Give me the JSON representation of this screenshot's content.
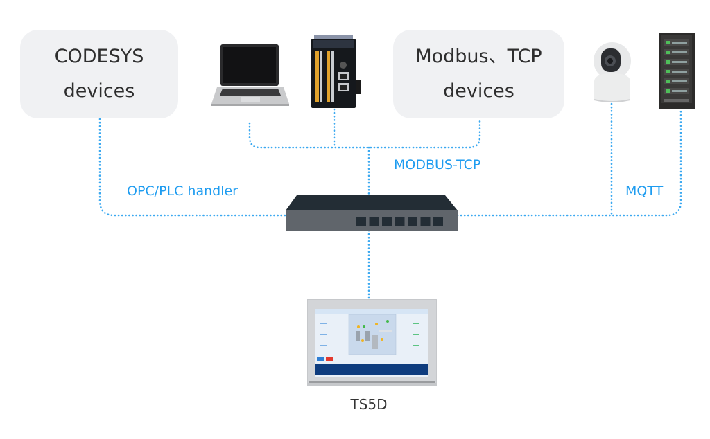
{
  "diagram": {
    "title": "",
    "device_groups": [
      {
        "id": "codesys",
        "lines": [
          "CODESYS",
          "devices"
        ]
      },
      {
        "id": "modbus",
        "lines": [
          "Modbus、TCP",
          "devices"
        ]
      }
    ],
    "devices": [
      {
        "id": "laptop",
        "icon": "laptop-icon"
      },
      {
        "id": "plc",
        "icon": "plc-controller-icon"
      },
      {
        "id": "camera",
        "icon": "ip-camera-icon"
      },
      {
        "id": "server",
        "icon": "server-rack-icon"
      },
      {
        "id": "switch",
        "icon": "network-switch-icon"
      },
      {
        "id": "hmi",
        "icon": "hmi-panel-icon",
        "label": "TS5D"
      }
    ],
    "protocols": {
      "opc": "OPC/PLC handler",
      "modbus": "MODBUS-TCP",
      "mqtt": "MQTT"
    },
    "hmi_label": "TS5D",
    "connections": [
      {
        "from": "codesys",
        "to": "switch",
        "protocol": "OPC/PLC handler"
      },
      {
        "from": "laptop",
        "to": "switch",
        "protocol": "MODBUS-TCP"
      },
      {
        "from": "plc",
        "to": "switch",
        "protocol": "MODBUS-TCP"
      },
      {
        "from": "modbus",
        "to": "switch",
        "protocol": "MODBUS-TCP"
      },
      {
        "from": "camera",
        "to": "switch",
        "protocol": "MQTT"
      },
      {
        "from": "server",
        "to": "switch",
        "protocol": "MQTT"
      },
      {
        "from": "switch",
        "to": "hmi",
        "protocol": ""
      }
    ],
    "colors": {
      "wire": "#3aa8f0",
      "protocol_text": "#1e9cf0",
      "box_bg": "#f0f1f3",
      "switch_top": "#232d35",
      "switch_front": "#60656b"
    }
  }
}
